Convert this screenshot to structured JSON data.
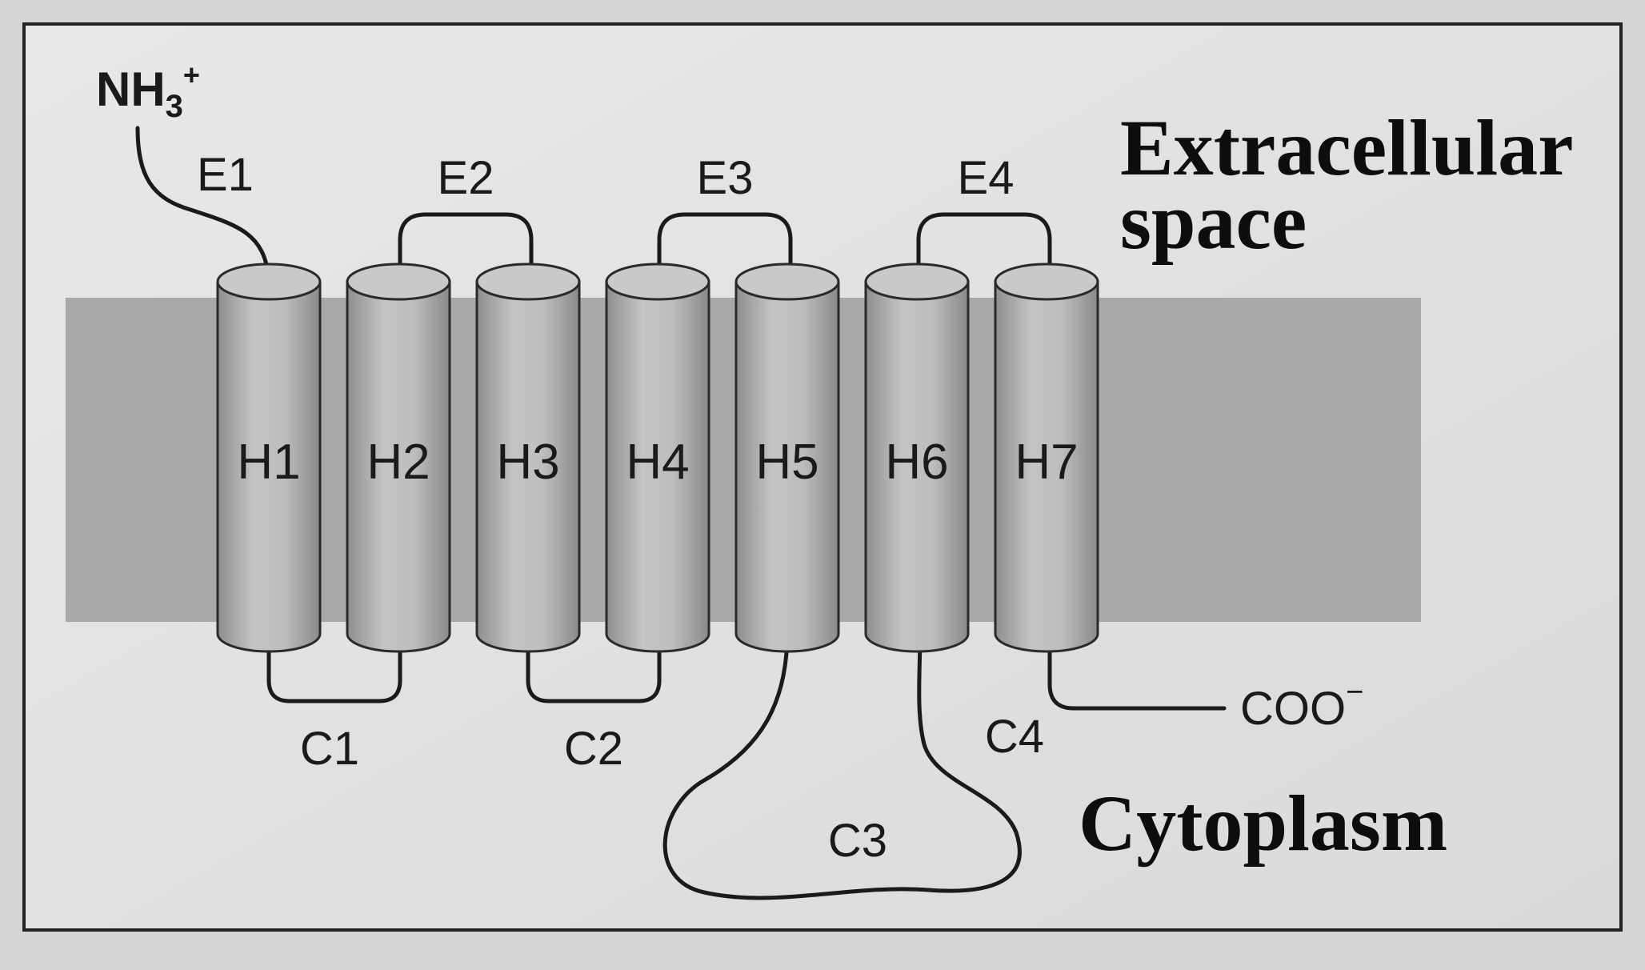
{
  "n_terminus": {
    "main": "NH",
    "subscript": "3",
    "superscript": "+"
  },
  "c_terminus": {
    "main": "COO",
    "superscript": "−"
  },
  "regions": {
    "extracellular_line1": "Extracellular",
    "extracellular_line2": "space",
    "cytoplasm": "Cytoplasm"
  },
  "helices": [
    "H1",
    "H2",
    "H3",
    "H4",
    "H5",
    "H6",
    "H7"
  ],
  "extracellular_loops": [
    "E1",
    "E2",
    "E3",
    "E4"
  ],
  "cytoplasmic_loops": [
    "C1",
    "C2",
    "C3",
    "C4"
  ],
  "colors": {
    "membrane": "#a9a9a9",
    "helix_body": "#b8b8b8",
    "helix_top": "#c9c9c9",
    "line": "#1a1a1a"
  }
}
